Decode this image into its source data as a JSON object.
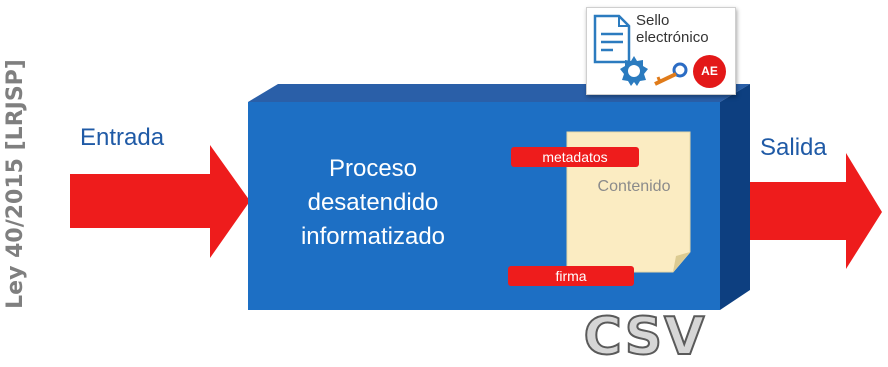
{
  "side_title": "Ley 40/2015 [LRJSP]",
  "input_label": "Entrada",
  "output_label": "Salida",
  "process_lines": [
    "Proceso",
    "desatendido",
    "informatizado"
  ],
  "document": {
    "content_label": "Contenido",
    "metadata_tag": "metadatos",
    "signature_tag": "firma"
  },
  "seal": {
    "title_line1": "Sello",
    "title_line2": "electrónico",
    "badge": "AE",
    "icons": [
      "certificate-document-icon",
      "award-ribbon-icon",
      "key-icon"
    ]
  },
  "csv_mark": "CSV",
  "colors": {
    "box_front": "#1d6fc4",
    "box_top": "#2a5fa8",
    "box_side": "#0d3f80",
    "arrow": "#ee1c1c",
    "label_blue": "#1f5aa6",
    "document": "#fbecc2",
    "side_title": "#7f7f7f"
  }
}
